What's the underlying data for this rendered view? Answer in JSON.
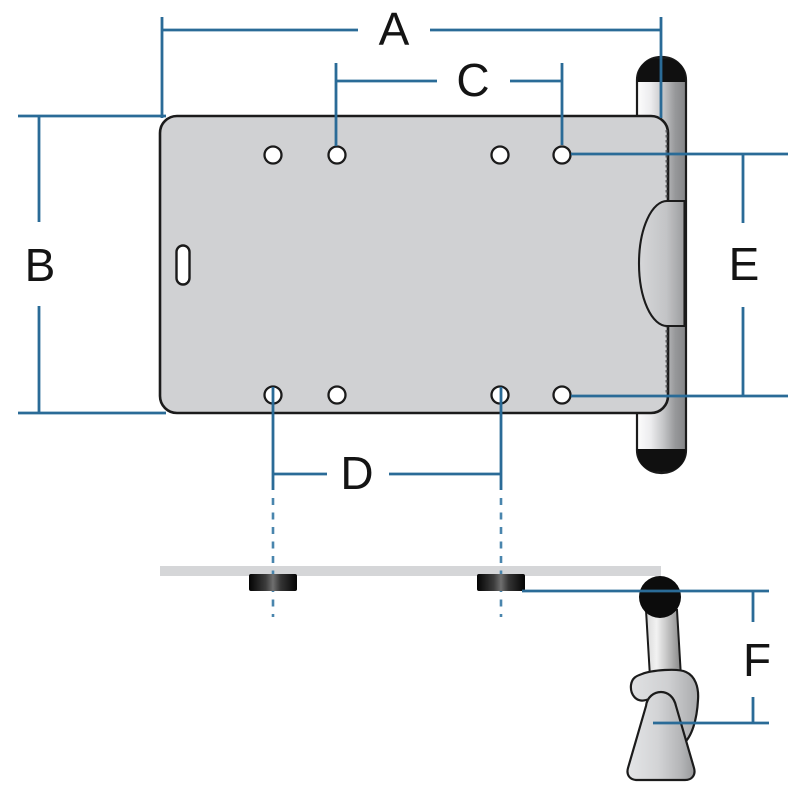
{
  "diagram": {
    "dimension_labels": {
      "A": {
        "label": "A"
      },
      "B": {
        "label": "B"
      },
      "C": {
        "label": "C"
      },
      "D": {
        "label": "D"
      },
      "E": {
        "label": "E"
      },
      "F": {
        "label": "F"
      }
    }
  },
  "colors": {
    "bg": "#ffffff",
    "dim-line": "#2a6b97",
    "dash-line": "#4985ad",
    "outline": "#1b1b1b",
    "label": "#141414",
    "plate-fill": "#d0d1d3",
    "bar-fill": "#d5d6d8"
  }
}
